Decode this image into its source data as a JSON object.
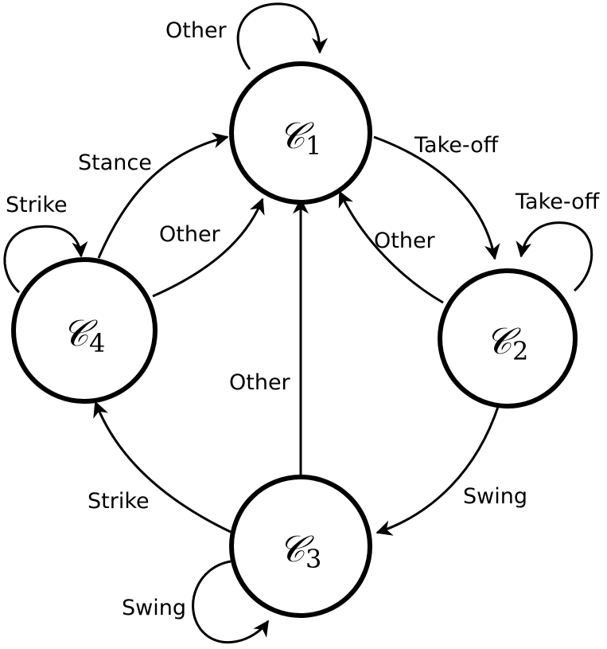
{
  "nodes": {
    "c1": {
      "symbol": "𝒞",
      "index": "1"
    },
    "c2": {
      "symbol": "𝒞",
      "index": "2"
    },
    "c3": {
      "symbol": "𝒞",
      "index": "3"
    },
    "c4": {
      "symbol": "𝒞",
      "index": "4"
    }
  },
  "edges": {
    "c1_self": "Other",
    "c1_to_c2": "Take-off",
    "c2_self": "Take-off",
    "c2_to_c1": "Other",
    "c2_to_c3": "Swing",
    "c3_self": "Swing",
    "c3_to_c1": "Other",
    "c3_to_c4": "Strike",
    "c4_self": "Strike",
    "c4_to_c1_stance": "Stance",
    "c4_to_c1_other": "Other"
  }
}
